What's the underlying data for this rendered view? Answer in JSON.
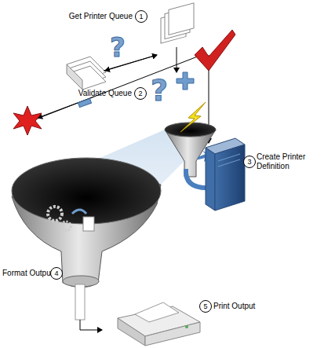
{
  "diagram": {
    "labels": [
      "Get Printer Queue",
      "1",
      "Validate Queue",
      "2",
      "Create Printer Definition",
      "3",
      "Format Output",
      "4",
      "Print Output",
      "5"
    ]
  }
}
